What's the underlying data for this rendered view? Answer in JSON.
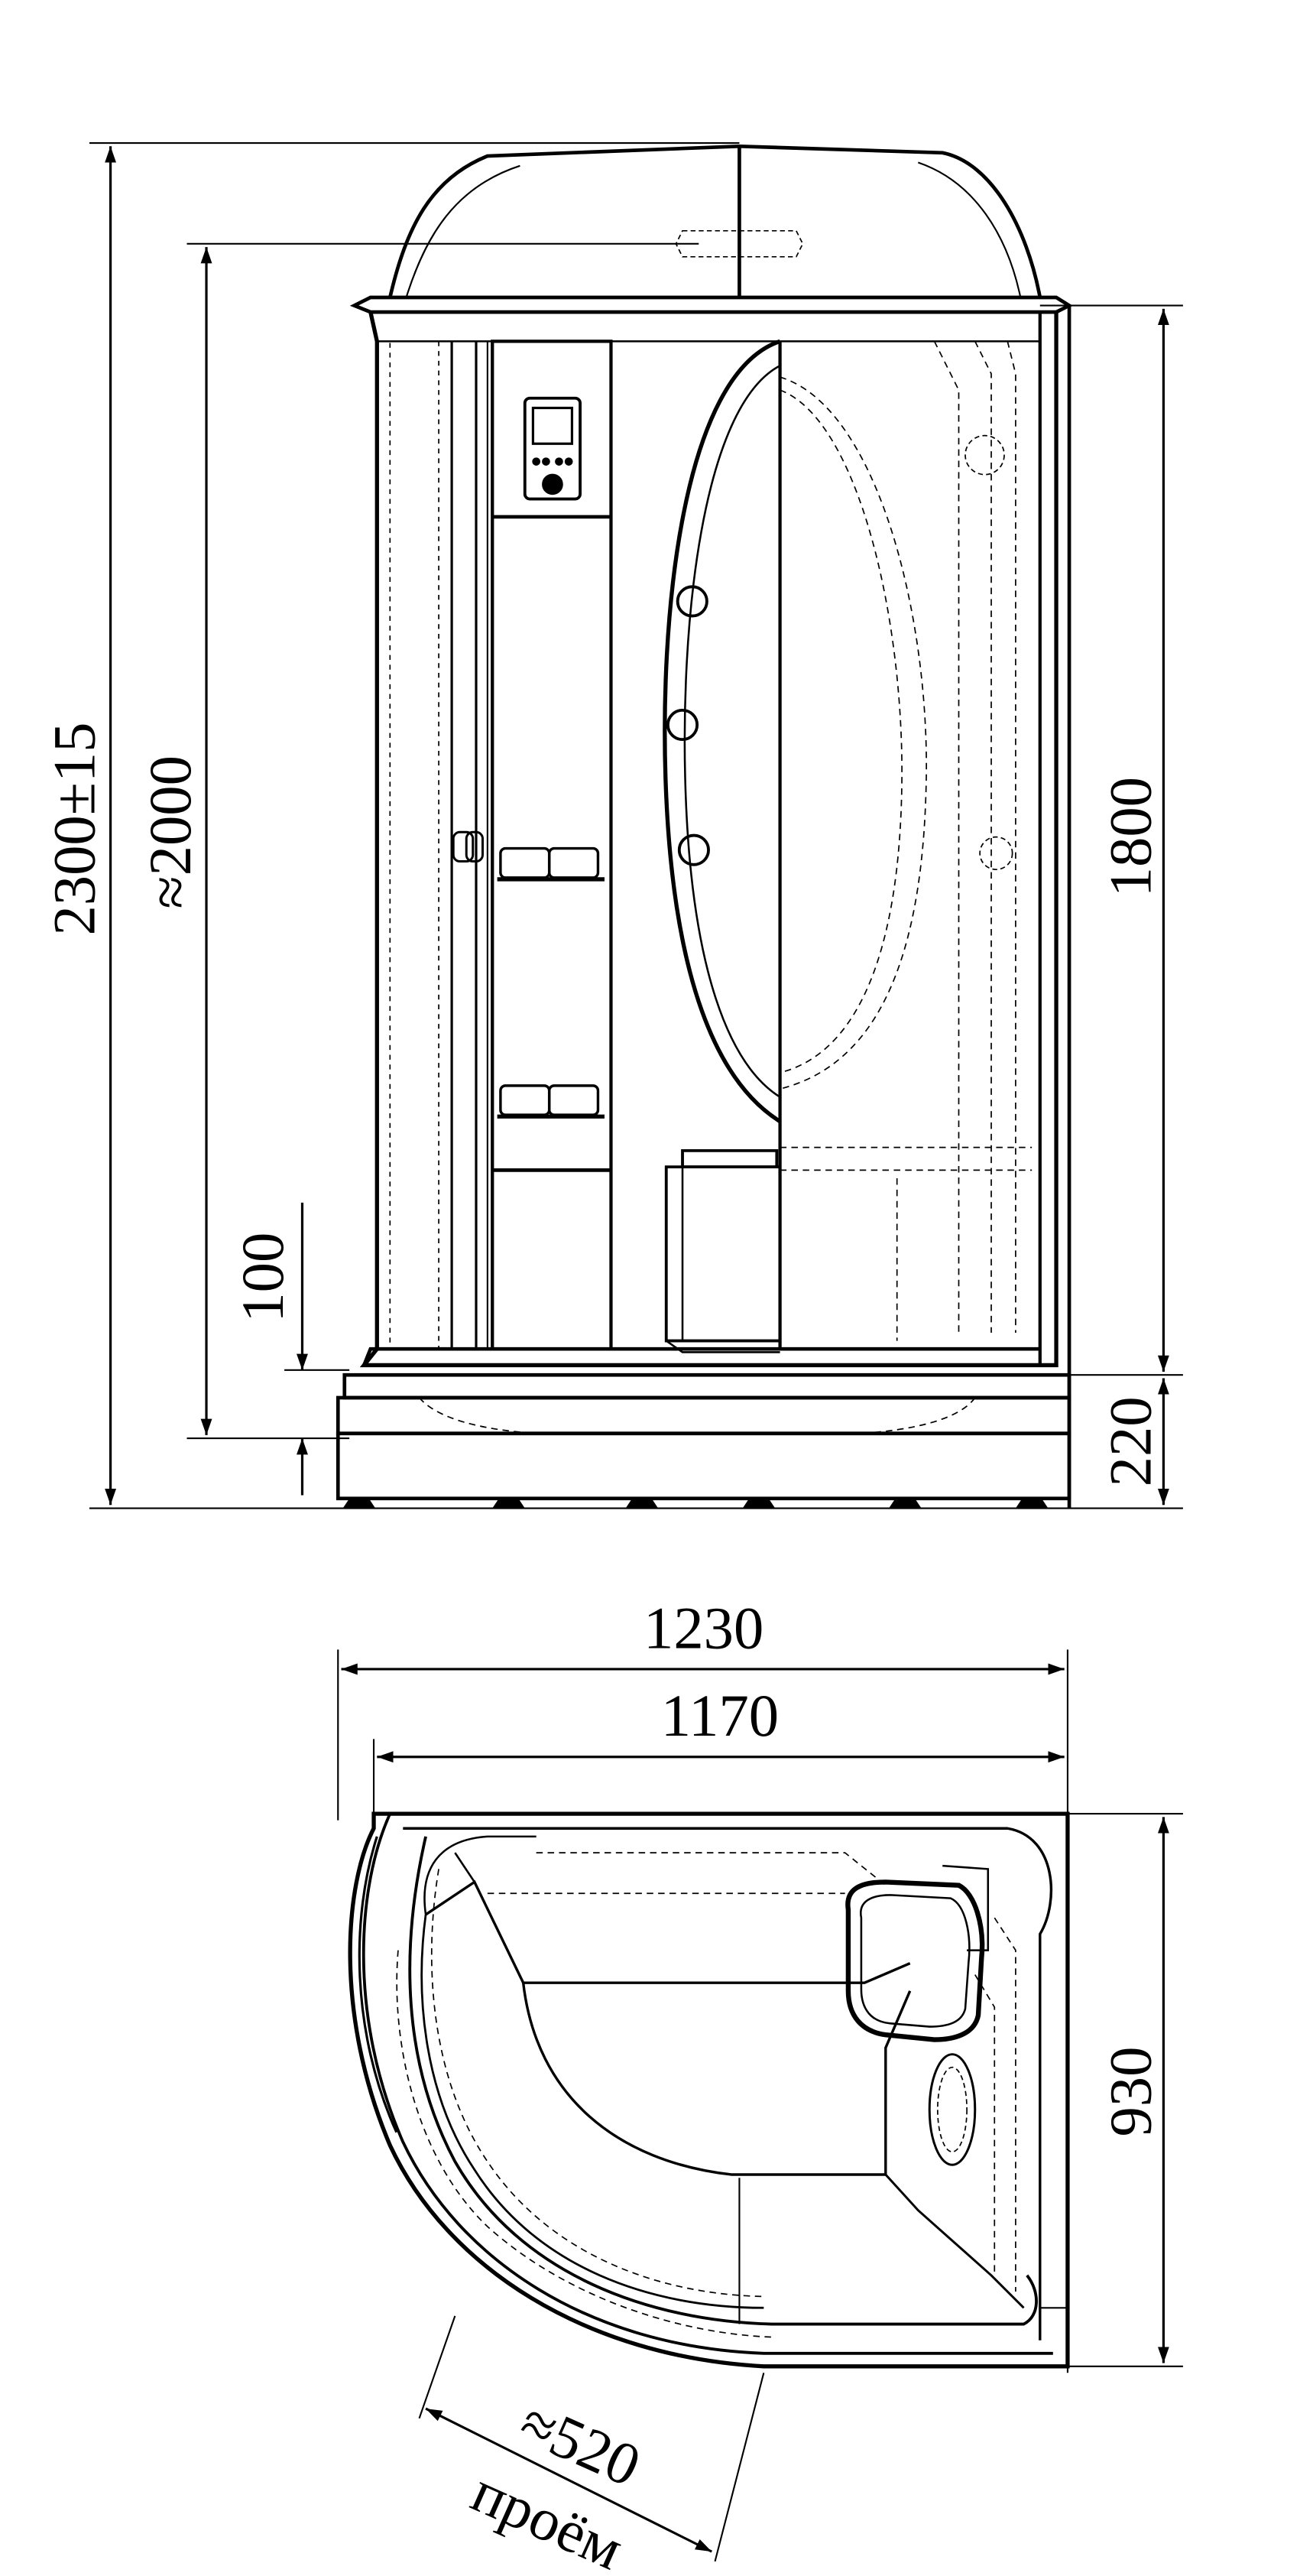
{
  "front_view": {
    "total_height": "2300±15",
    "door_height": "≈2000",
    "base_step": "100",
    "panel_height": "1800",
    "tray_height": "220"
  },
  "plan_view": {
    "outer_width": "1230",
    "inner_width": "1170",
    "depth": "930",
    "opening_size": "≈520",
    "opening_label": "проём"
  }
}
